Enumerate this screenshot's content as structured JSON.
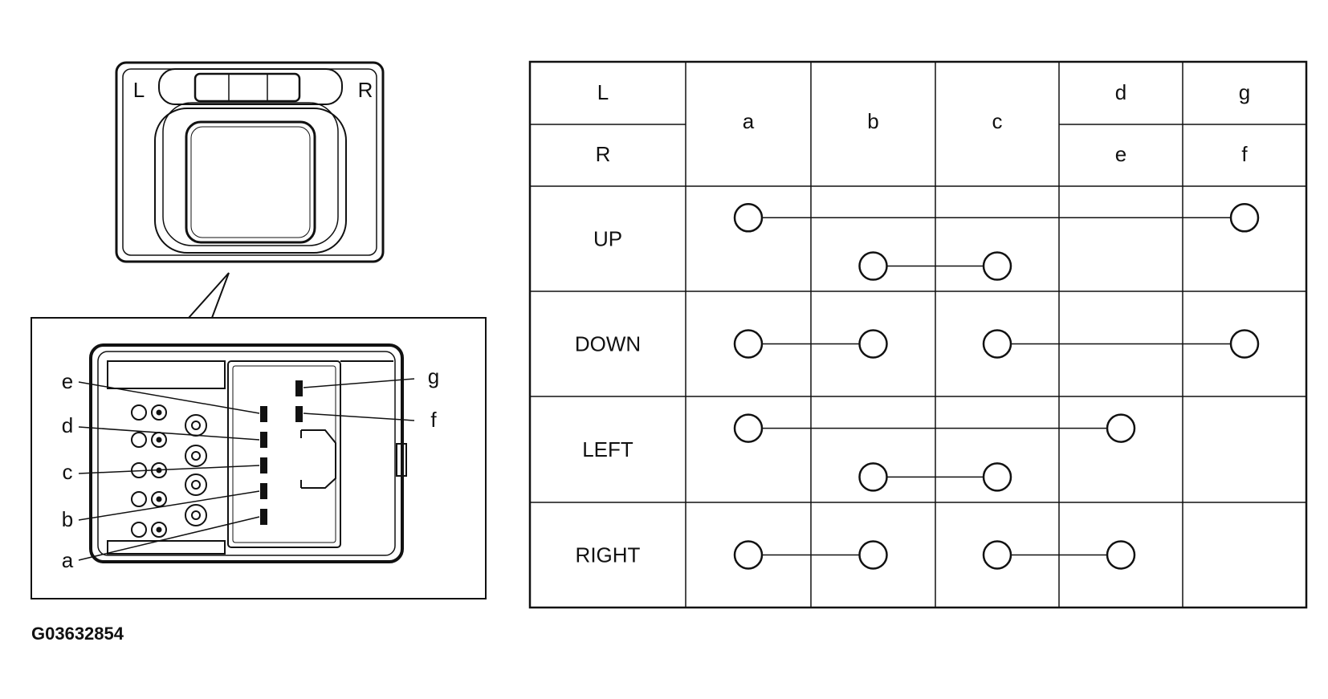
{
  "switch_face": {
    "left_label": "L",
    "right_label": "R"
  },
  "connector_pins": [
    "e",
    "d",
    "c",
    "b",
    "a",
    "g",
    "f"
  ],
  "figure_code": "G03632854",
  "table": {
    "side_headers": [
      "L",
      "R"
    ],
    "columns": [
      {
        "top": "a",
        "bottom": ""
      },
      {
        "top": "b",
        "bottom": ""
      },
      {
        "top": "c",
        "bottom": ""
      },
      {
        "top": "d",
        "bottom": "e"
      },
      {
        "top": "g",
        "bottom": "f"
      }
    ],
    "rows": [
      {
        "label": "UP",
        "connections": [
          [
            0,
            4
          ],
          [
            1,
            2
          ]
        ]
      },
      {
        "label": "DOWN",
        "connections": [
          [
            0,
            1
          ],
          [
            2,
            4
          ]
        ]
      },
      {
        "label": "LEFT",
        "connections": [
          [
            0,
            3
          ],
          [
            1,
            2
          ]
        ]
      },
      {
        "label": "RIGHT",
        "connections": [
          [
            0,
            1
          ],
          [
            2,
            3
          ]
        ]
      }
    ]
  }
}
